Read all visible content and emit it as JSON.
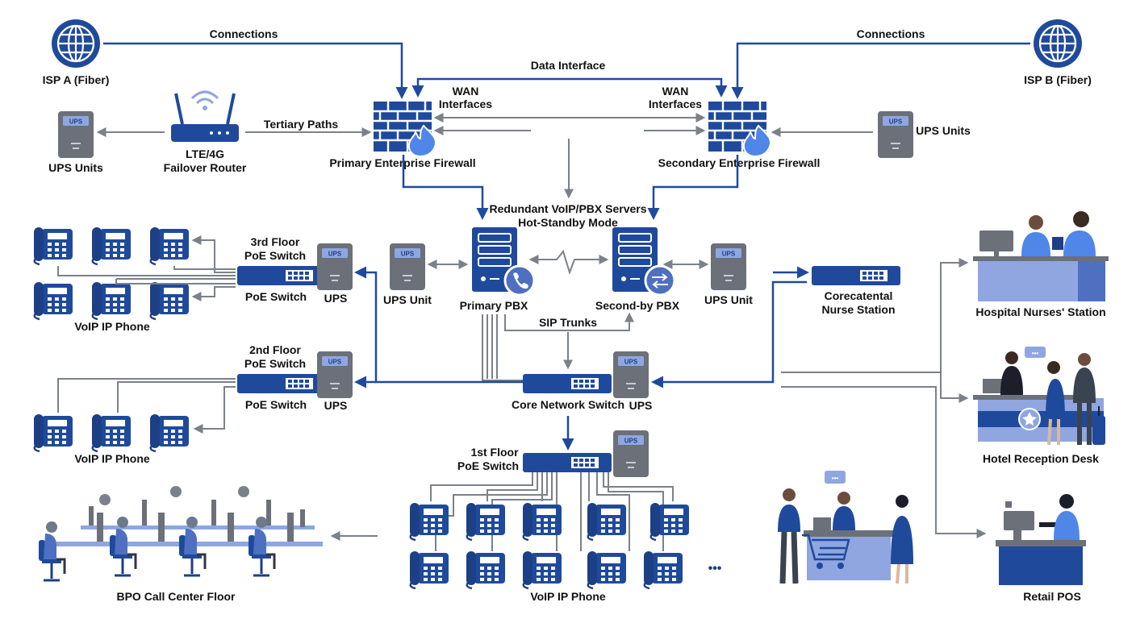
{
  "labels": {
    "conn_left": "Connections",
    "conn_right": "Connections",
    "isp_a": "ISP A (Fiber)",
    "isp_b": "ISP B (Fiber)",
    "data_interface": "Data Interface",
    "wan_left_1": "WAN",
    "wan_left_2": "Interfaces",
    "wan_right_1": "WAN",
    "wan_right_2": "Interfaces",
    "tertiary": "Tertiary Paths",
    "router_1": "LTE/4G",
    "router_2": "Failover Router",
    "ups_units_left": "UPS Units",
    "ups_units_right": "UPS Units",
    "fw_primary": "Primary Enterprise Firewall",
    "fw_secondary": "Secondary Enterprise Firewall",
    "voip_servers_1": "Redundant VoIP/PBX Servers",
    "voip_servers_2": "Hot-Standby Mode",
    "floor3_1": "3rd Floor",
    "floor3_2": "PoE Switch",
    "poe_switch_3": "PoE Switch",
    "ups_3": "UPS",
    "voip_phone_3": "VoIP IP Phone",
    "ups_unit_left": "UPS Unit",
    "primary_pbx": "Primary PBX",
    "second_pbx": "Second-by PBX",
    "ups_unit_right": "UPS Unit",
    "nurse_1": "Corecatental",
    "nurse_2": "Nurse Station",
    "hospital": "Hospital Nurses' Station",
    "sip": "SIP Trunks",
    "floor2_1": "2nd Floor",
    "floor2_2": "PoE Switch",
    "poe_switch_2": "PoE Switch",
    "ups_2": "UPS",
    "core_switch": "Core Network Switch",
    "ups_core": "UPS",
    "voip_phone_2": "VoIP IP Phone",
    "hotel": "Hotel Reception Desk",
    "floor1_1": "1st Floor",
    "floor1_2": "PoE Switch",
    "bpo": "BPO Call Center Floor",
    "voip_phone_1": "VoIP IP Phone",
    "ellipsis": "•••",
    "retail": "Retail POS"
  },
  "ups_tag": "UPS",
  "colors": {
    "primary": "#1f4a9c",
    "dark": "#1c3f86",
    "light": "#8fa6e0",
    "line": "#7a8189",
    "gray": "#6b7079",
    "flame": "#4f86e8"
  }
}
